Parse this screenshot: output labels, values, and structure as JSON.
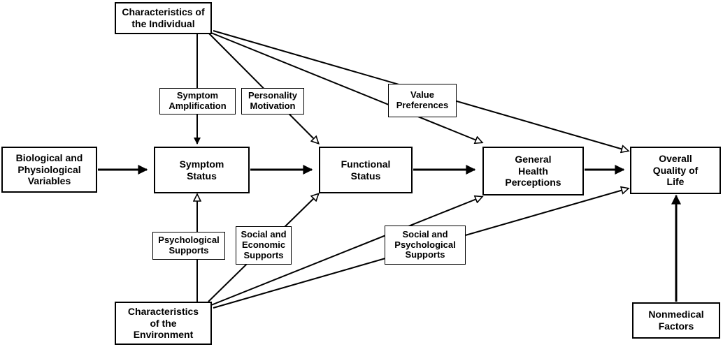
{
  "boxes": {
    "characteristics_individual": "Characteristics of the Individual",
    "biological_variables": "Biological and Physiological Variables",
    "symptom_status": "Symptom Status",
    "functional_status": "Functional Status",
    "general_health": "General Health Perceptions",
    "overall_qol": "Overall Quality of Life",
    "characteristics_environment": "Characteristics of the Environment",
    "nonmedical_factors": "Nonmedical Factors"
  },
  "labels": {
    "symptom_amplification": "Symptom Amplification",
    "personality_motivation": "Personality Motivation",
    "value_preferences": "Value Preferences",
    "psychological_supports": "Psychological Supports",
    "social_economic_supports": "Social and Economic Supports",
    "social_psychological_supports": "Social and Psychological Supports"
  },
  "colors": {
    "line": "#000000",
    "background": "#ffffff"
  }
}
